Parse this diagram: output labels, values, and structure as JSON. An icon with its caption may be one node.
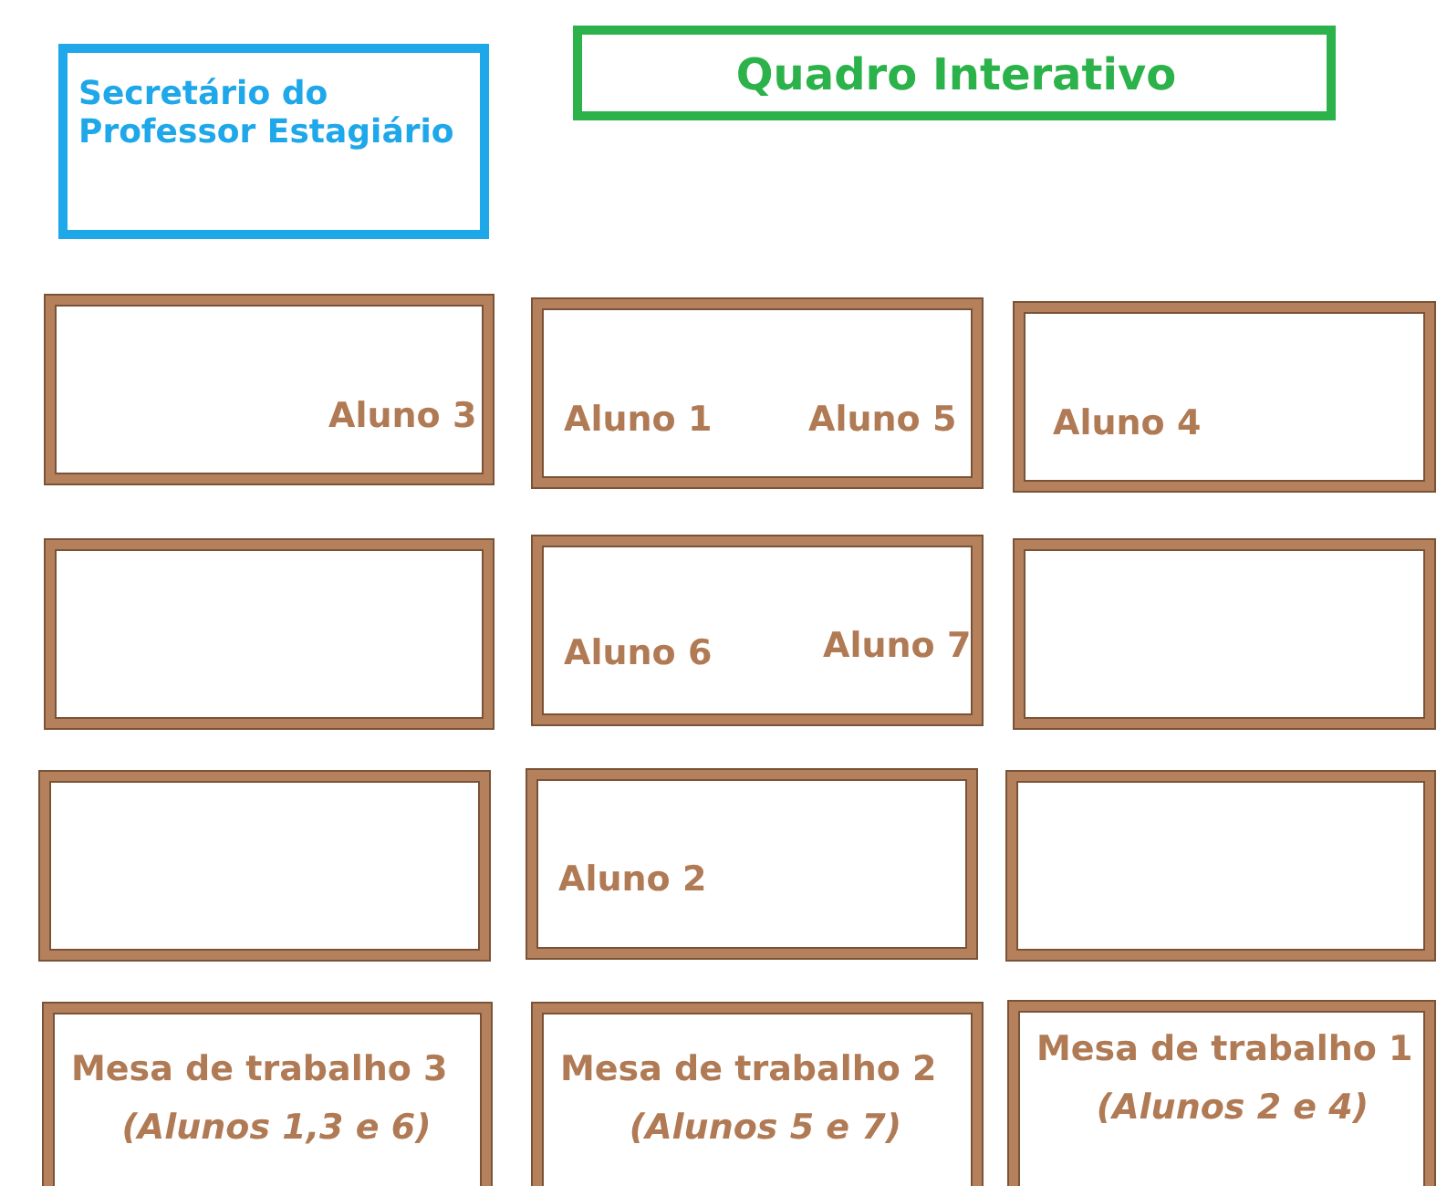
{
  "diagram": {
    "nodes": [
      {
        "text": [
          "Secretário do Professor Estagiário"
        ]
      },
      {
        "text": [
          "Quadro Interativo"
        ]
      },
      {
        "text": [
          "Aluno 3"
        ]
      },
      {
        "text": [
          "Aluno 1",
          "Aluno 5"
        ]
      },
      {
        "text": [
          "Aluno 4"
        ]
      },
      {
        "text": [],
        "shape": "box"
      },
      {
        "text": [
          "Aluno 6",
          "Aluno 7"
        ]
      },
      {
        "text": [],
        "shape": "box"
      },
      {
        "text": [],
        "shape": "box"
      },
      {
        "text": [
          "Aluno 2"
        ]
      },
      {
        "text": [],
        "shape": "box"
      },
      {
        "text": [
          "Mesa de trabalho 3",
          "(Alunos 1,3 e 6)"
        ]
      },
      {
        "text": [
          "Mesa de trabalho 2",
          "(Alunos 5 e 7)"
        ]
      },
      {
        "text": [
          "Mesa de trabalho 1",
          "(Alunos 2 e 4)"
        ]
      }
    ]
  }
}
